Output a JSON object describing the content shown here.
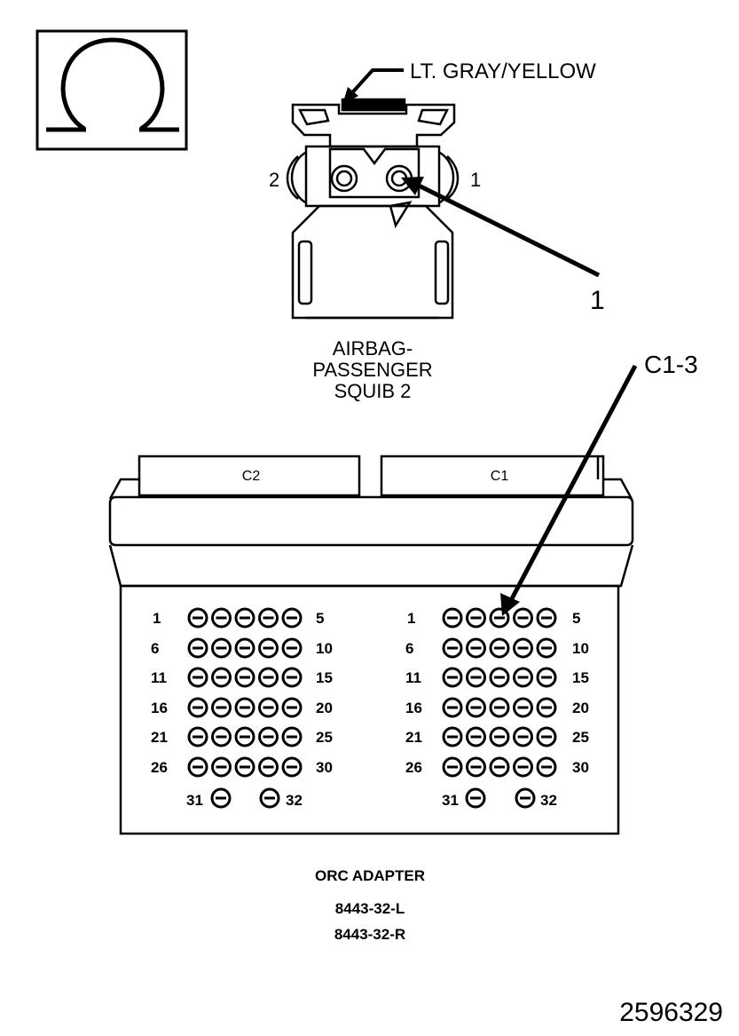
{
  "symbol": {
    "icon": "ohm-icon"
  },
  "squib": {
    "wire_color": "LT. GRAY/YELLOW",
    "pin_left": "2",
    "pin_right": "1",
    "callout": "1",
    "title": [
      "AIRBAG-",
      "PASSENGER",
      "SQUIB 2"
    ]
  },
  "adapter": {
    "callout": "C1-3",
    "connectors": [
      {
        "name": "C2",
        "row_start": [
          "1",
          "6",
          "11",
          "16",
          "21",
          "26"
        ],
        "row_end": [
          "5",
          "10",
          "15",
          "20",
          "25",
          "30"
        ],
        "extra": [
          "31",
          "32"
        ]
      },
      {
        "name": "C1",
        "row_start": [
          "1",
          "6",
          "11",
          "16",
          "21",
          "26"
        ],
        "row_end": [
          "5",
          "10",
          "15",
          "20",
          "25",
          "30"
        ],
        "extra": [
          "31",
          "32"
        ]
      }
    ],
    "title": "ORC ADAPTER",
    "parts": [
      "8443-32-L",
      "8443-32-R"
    ]
  },
  "figure_id": "2596329"
}
